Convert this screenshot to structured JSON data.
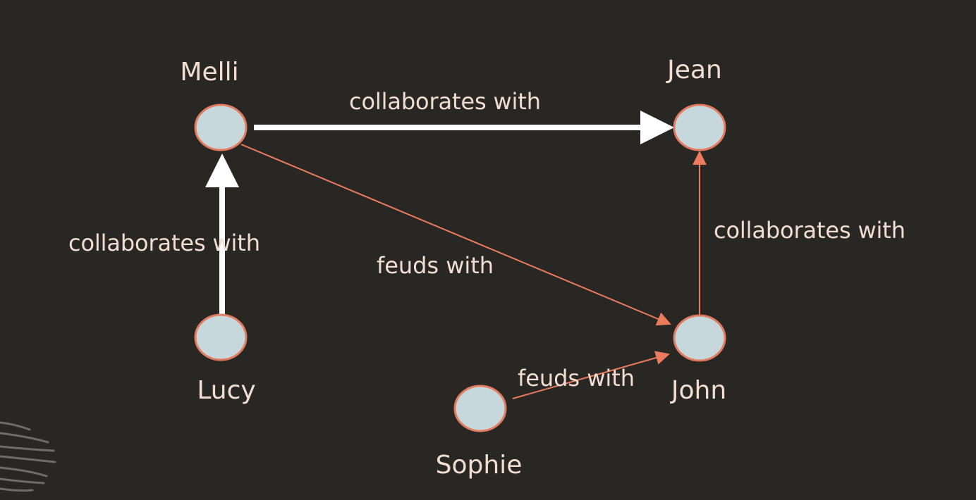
{
  "colors": {
    "background": "#292724",
    "node_fill": "#c6d8dc",
    "node_stroke": "#e27b60",
    "strong_edge": "#ffffff",
    "weak_edge": "#ec7b5e",
    "text": "#f2ddd2"
  },
  "nodes": [
    {
      "id": "melli",
      "label": "Melli"
    },
    {
      "id": "jean",
      "label": "Jean"
    },
    {
      "id": "lucy",
      "label": "Lucy"
    },
    {
      "id": "john",
      "label": "John"
    },
    {
      "id": "sophie",
      "label": "Sophie"
    }
  ],
  "edges": [
    {
      "from": "melli",
      "to": "jean",
      "label": "collaborates with",
      "style": "strong"
    },
    {
      "from": "lucy",
      "to": "melli",
      "label": "collaborates with",
      "style": "strong"
    },
    {
      "from": "melli",
      "to": "john",
      "label": "feuds with",
      "style": "weak"
    },
    {
      "from": "john",
      "to": "jean",
      "label": "collaborates with",
      "style": "weak"
    },
    {
      "from": "sophie",
      "to": "john",
      "label": "feuds with",
      "style": "weak"
    }
  ]
}
